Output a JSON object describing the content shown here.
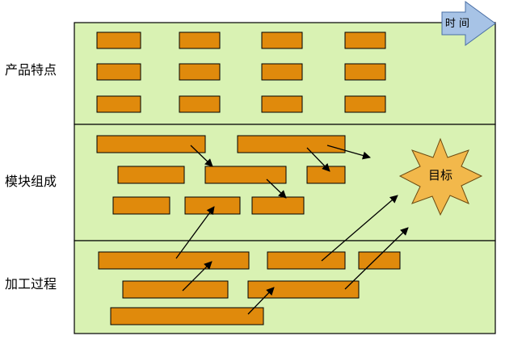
{
  "time_label": "时 间",
  "goal_label": "目标",
  "lanes": {
    "features": "产品特点",
    "modules": "模块组成",
    "process": "加工过程"
  },
  "colors": {
    "band_fill": "#d9f2b3",
    "bar_fill": "#e08a0c",
    "goal_fill": "#f2b84b",
    "time_arrow_fill": "#a7c3e6"
  }
}
